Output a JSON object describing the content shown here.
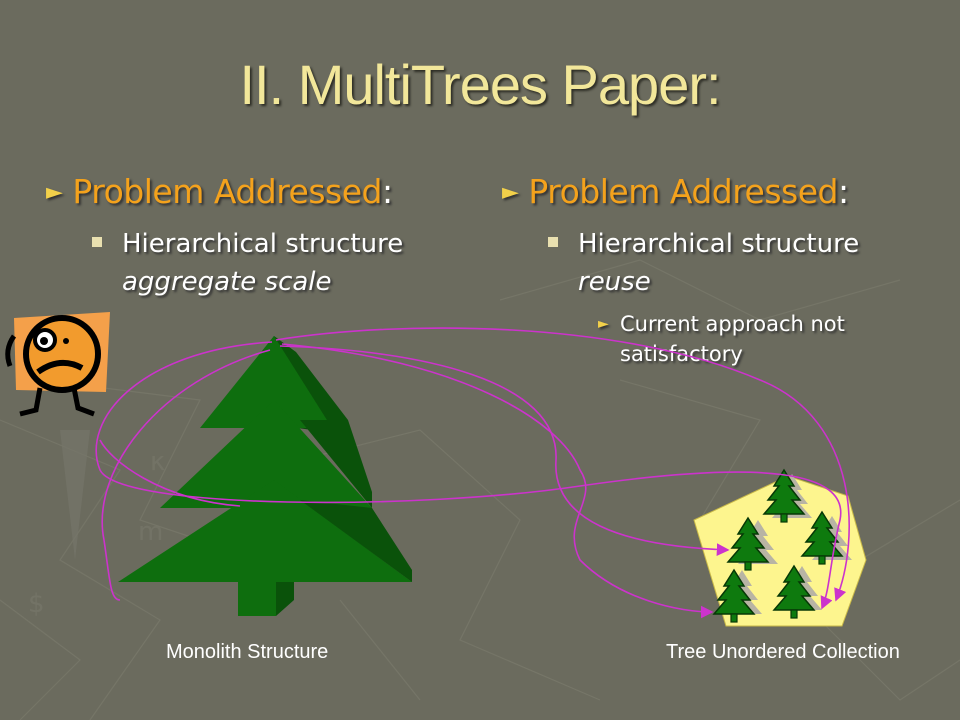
{
  "slide": {
    "title": "II. MultiTrees Paper:",
    "left": {
      "heading": "Problem Addressed",
      "heading_suffix": ":",
      "sub_line1": "Hierarchical structure",
      "sub_line2": "aggregate scale"
    },
    "right": {
      "heading": "Problem Addressed",
      "heading_suffix": ":",
      "sub_line1": "Hierarchical structure",
      "sub_line2": "reuse",
      "sub_sub_line1": "Current approach not",
      "sub_sub_line2": "satisfactory"
    },
    "captions": {
      "left": "Monolith Structure",
      "right": "Tree Unordered Collection"
    }
  },
  "icons": [
    "worried-face-icon",
    "large-tree-icon",
    "small-tree-icon",
    "arrow-curve"
  ],
  "colors": {
    "background": "#6b6b5e",
    "title": "#f2e79a",
    "heading": "#f4a21c",
    "tree": "#0e6e0e",
    "collection": "#fdf58e",
    "curves": "#cc33cc"
  }
}
